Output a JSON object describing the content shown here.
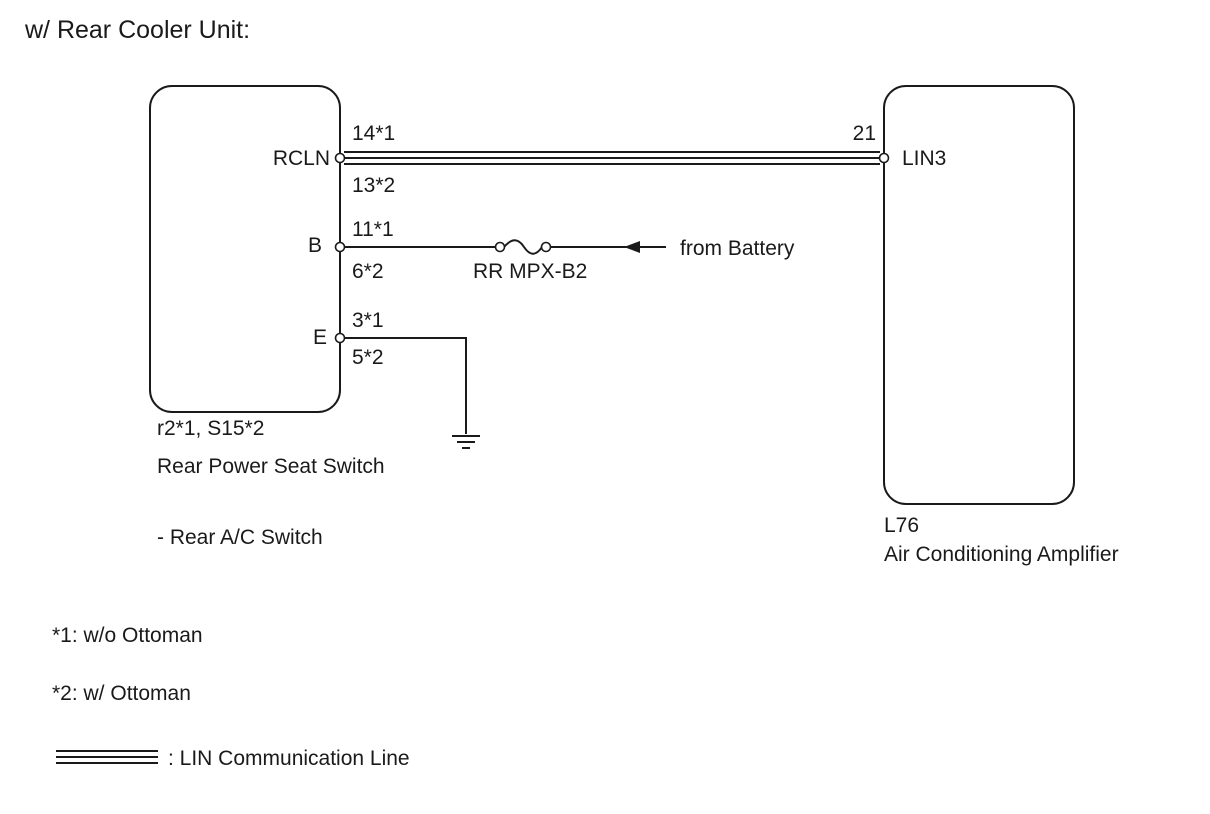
{
  "title": "w/ Rear Cooler Unit:",
  "left_component": {
    "connector": "r2*1, S15*2",
    "name": "Rear Power Seat Switch",
    "sub_name": "- Rear A/C Switch",
    "pins": {
      "rcln": "RCLN",
      "b": "B",
      "e": "E"
    }
  },
  "right_component": {
    "connector": "L76",
    "name": "Air Conditioning Amplifier",
    "pins": {
      "lin3": "LIN3"
    }
  },
  "wires": {
    "lin": {
      "top_terminal": "14*1",
      "bottom_terminal": "13*2",
      "right_terminal": "21"
    },
    "power": {
      "top_terminal": "11*1",
      "bottom_terminal": "6*2",
      "fuse": "RR MPX-B2",
      "source": "from Battery"
    },
    "ground": {
      "top_terminal": "3*1",
      "bottom_terminal": "5*2"
    }
  },
  "notes": {
    "note1": "*1: w/o Ottoman",
    "note2": "*2: w/ Ottoman"
  },
  "legend": {
    "lin_line": ": LIN Communication Line"
  }
}
